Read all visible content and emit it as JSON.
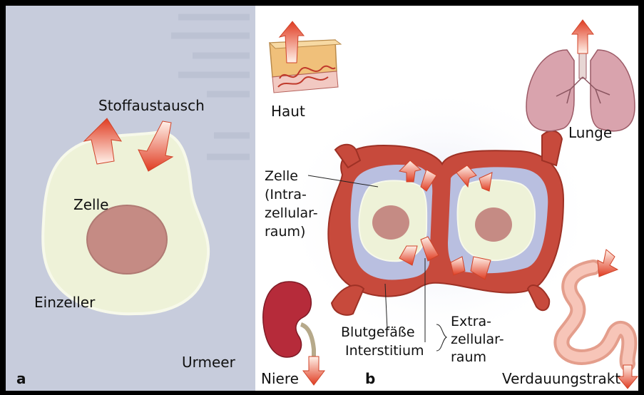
{
  "panel_a": {
    "letter": "a",
    "labels": {
      "exchange": "Stoffaustausch",
      "cell": "Zelle",
      "organism": "Einzeller",
      "ocean": "Urmeer"
    }
  },
  "panel_b": {
    "letter": "b",
    "labels": {
      "skin": "Haut",
      "lung": "Lunge",
      "kidney": "Niere",
      "gut": "Verdauungstrakt",
      "cell_l1": "Zelle",
      "cell_l2": "(Intra-",
      "cell_l3": "zellular-",
      "cell_l4": "raum)",
      "vessels": "Blutgefäße",
      "interstitium": "Interstitium",
      "extra_l1": "Extra-",
      "extra_l2": "zellular-",
      "extra_l3": "raum"
    }
  },
  "colors": {
    "panel_a_bg": "#c7ccdc",
    "panel_b_bg": "#ffffff",
    "cytoplasm": "#eef2d8",
    "nucleus": "#c58b84",
    "vessel": "#c74a3c",
    "interstitium": "#b9bfe0",
    "arrow": "#e0523a",
    "lung": "#d9a3ad",
    "kidney": "#b62b3a",
    "gut": "#f1b3a3"
  }
}
